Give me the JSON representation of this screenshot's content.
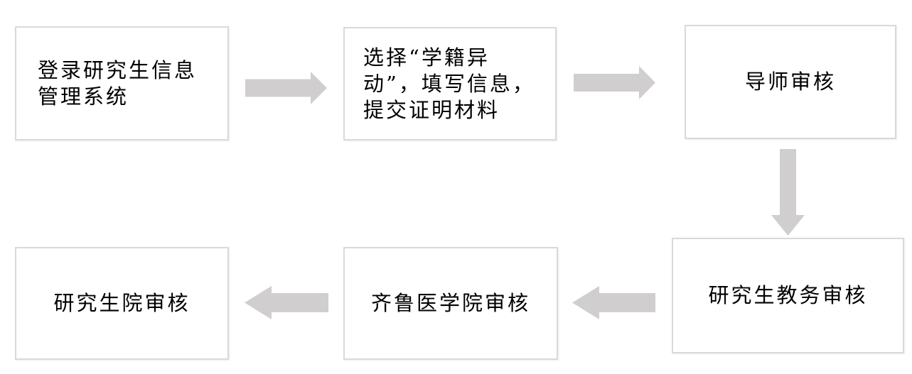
{
  "flow": {
    "boxes": [
      {
        "name": "login",
        "lines": [
          "登录研究生信息",
          "管理系统"
        ]
      },
      {
        "name": "select-apply",
        "lines": [
          "选择“学籍异",
          "动”，填写信息，",
          "提交证明材料"
        ]
      },
      {
        "name": "supervisor-review",
        "lines": [
          "导师审核"
        ]
      },
      {
        "name": "academic-affairs-review",
        "lines": [
          "研究生教务审核"
        ]
      },
      {
        "name": "qilu-medical-review",
        "lines": [
          "齐鲁医学院审核"
        ]
      },
      {
        "name": "graduate-school-review",
        "lines": [
          "研究生院审核"
        ]
      }
    ],
    "arrows": [
      {
        "from": "login",
        "to": "select-apply",
        "direction": "right"
      },
      {
        "from": "select-apply",
        "to": "supervisor-review",
        "direction": "right"
      },
      {
        "from": "supervisor-review",
        "to": "academic-affairs-review",
        "direction": "down"
      },
      {
        "from": "academic-affairs-review",
        "to": "qilu-medical-review",
        "direction": "left"
      },
      {
        "from": "qilu-medical-review",
        "to": "graduate-school-review",
        "direction": "left"
      }
    ],
    "colors": {
      "arrow_fill": "#d0cece",
      "box_border": "#d9d9d9",
      "text": "#000000",
      "background": "#ffffff"
    }
  }
}
